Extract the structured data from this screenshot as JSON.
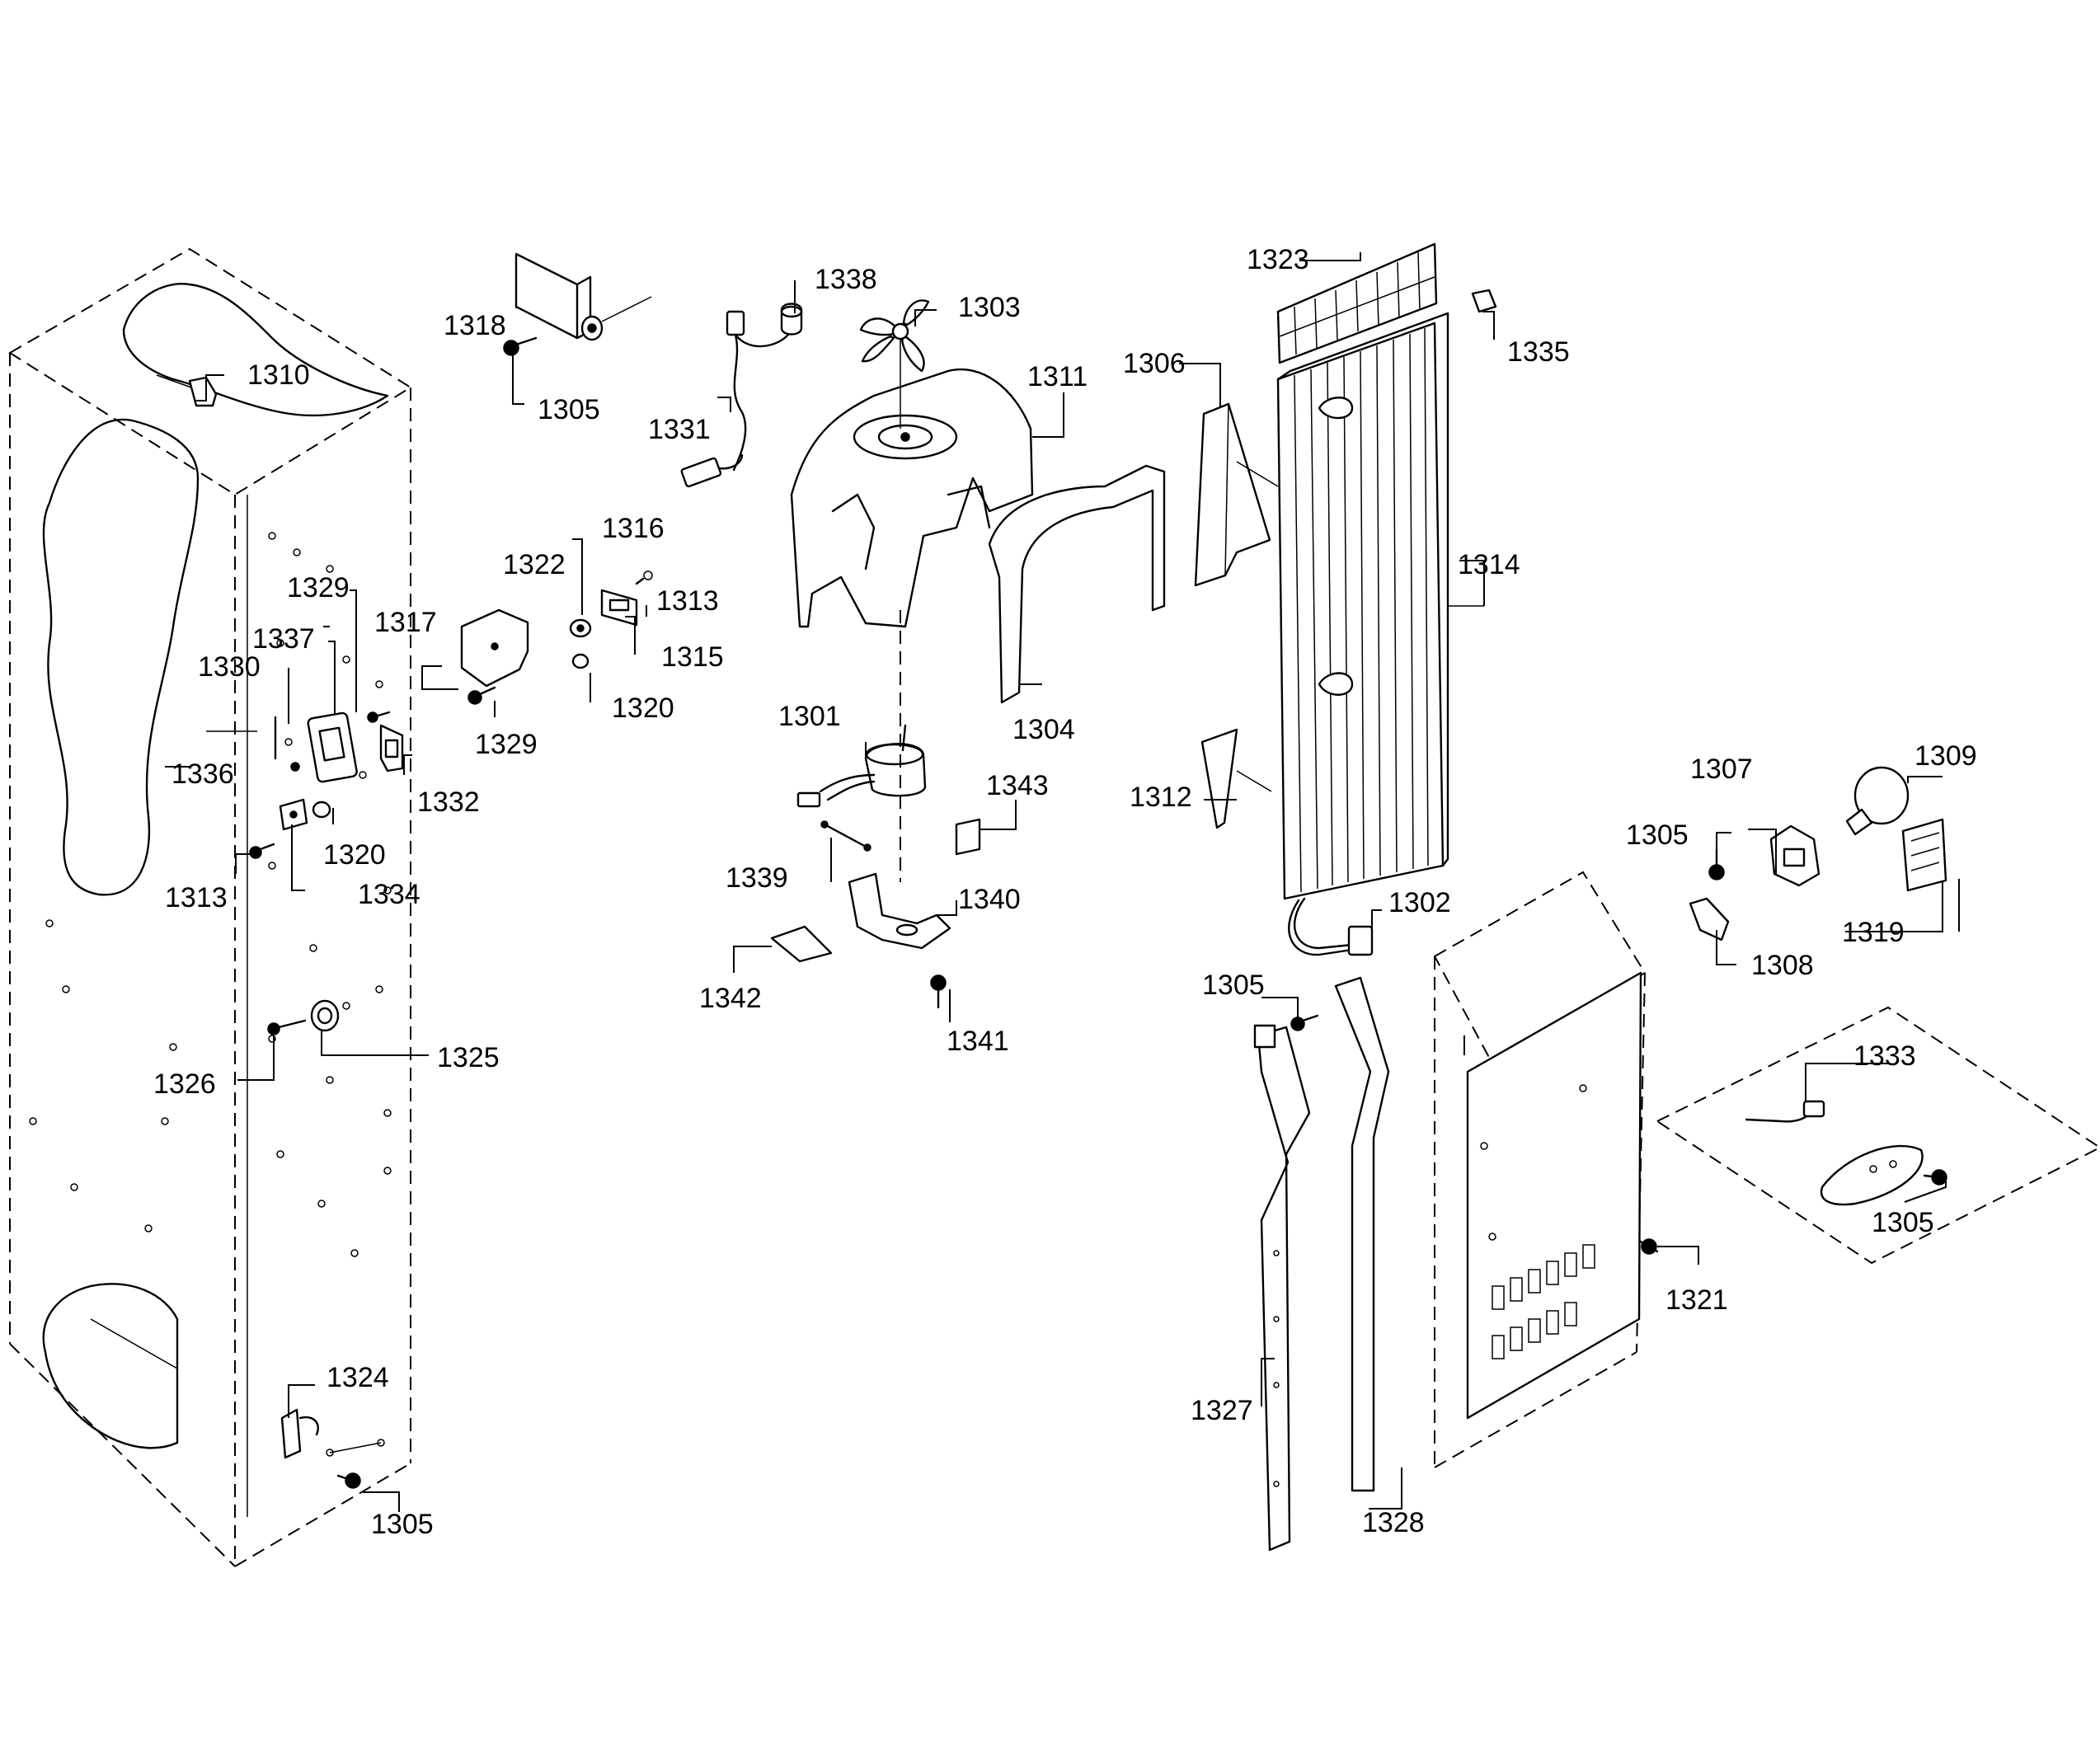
{
  "callouts": {
    "c1301": "1301",
    "c1302": "1302",
    "c1303": "1303",
    "c1304": "1304",
    "c1305a": "1305",
    "c1305b": "1305",
    "c1305c": "1305",
    "c1305d": "1305",
    "c1305e": "1305",
    "c1306": "1306",
    "c1307": "1307",
    "c1308": "1308",
    "c1309": "1309",
    "c1310": "1310",
    "c1311": "1311",
    "c1312": "1312",
    "c1313a": "1313",
    "c1313b": "1313",
    "c1314": "1314",
    "c1315": "1315",
    "c1316": "1316",
    "c1317": "1317",
    "c1318": "1318",
    "c1319": "1319",
    "c1320a": "1320",
    "c1320b": "1320",
    "c1321": "1321",
    "c1322": "1322",
    "c1323": "1323",
    "c1324": "1324",
    "c1325": "1325",
    "c1326": "1326",
    "c1327": "1327",
    "c1328": "1328",
    "c1329a": "1329",
    "c1329b": "1329",
    "c1330": "1330",
    "c1331": "1331",
    "c1332": "1332",
    "c1333": "1333",
    "c1334": "1334",
    "c1335": "1335",
    "c1336": "1336",
    "c1337": "1337",
    "c1338": "1338",
    "c1339": "1339",
    "c1340": "1340",
    "c1341": "1341",
    "c1342": "1342",
    "c1343": "1343"
  }
}
